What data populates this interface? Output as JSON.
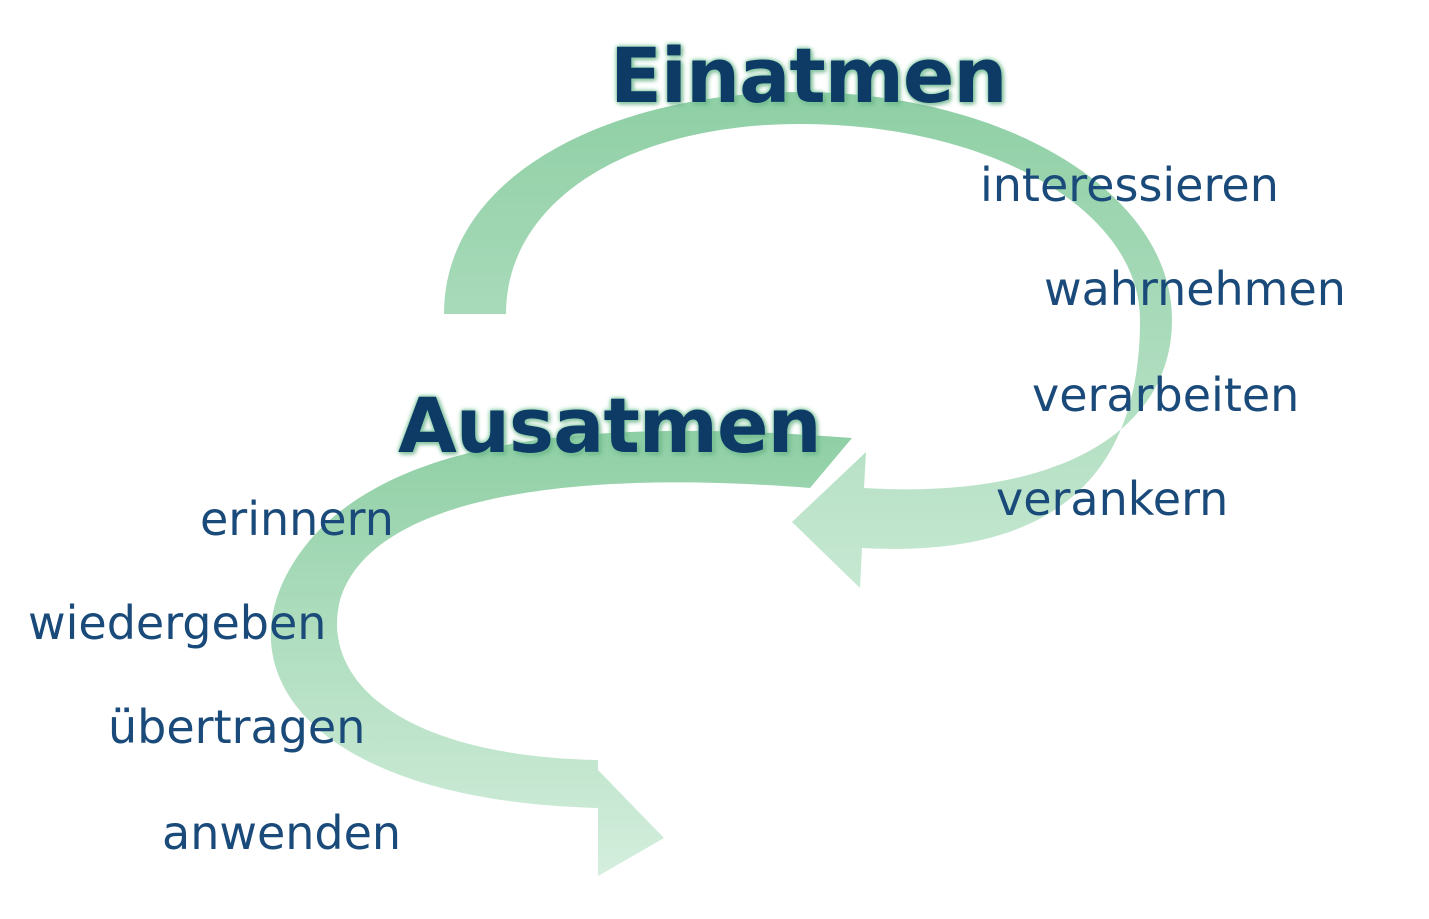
{
  "diagram": {
    "inhale": {
      "heading": "Einatmen",
      "steps": [
        "interessieren",
        "wahrnehmen",
        "verarbeiten",
        "verankern"
      ]
    },
    "exhale": {
      "heading": "Ausatmen",
      "steps": [
        "erinnern",
        "wiedergeben",
        "übertragen",
        "anwenden"
      ]
    },
    "colors": {
      "arrow_dark": "#8fcfa5",
      "arrow_light": "#d4eedd",
      "heading_text": "#0d3b66",
      "heading_glow": "#7ec8a0",
      "step_text": "#1a4a7a"
    }
  }
}
